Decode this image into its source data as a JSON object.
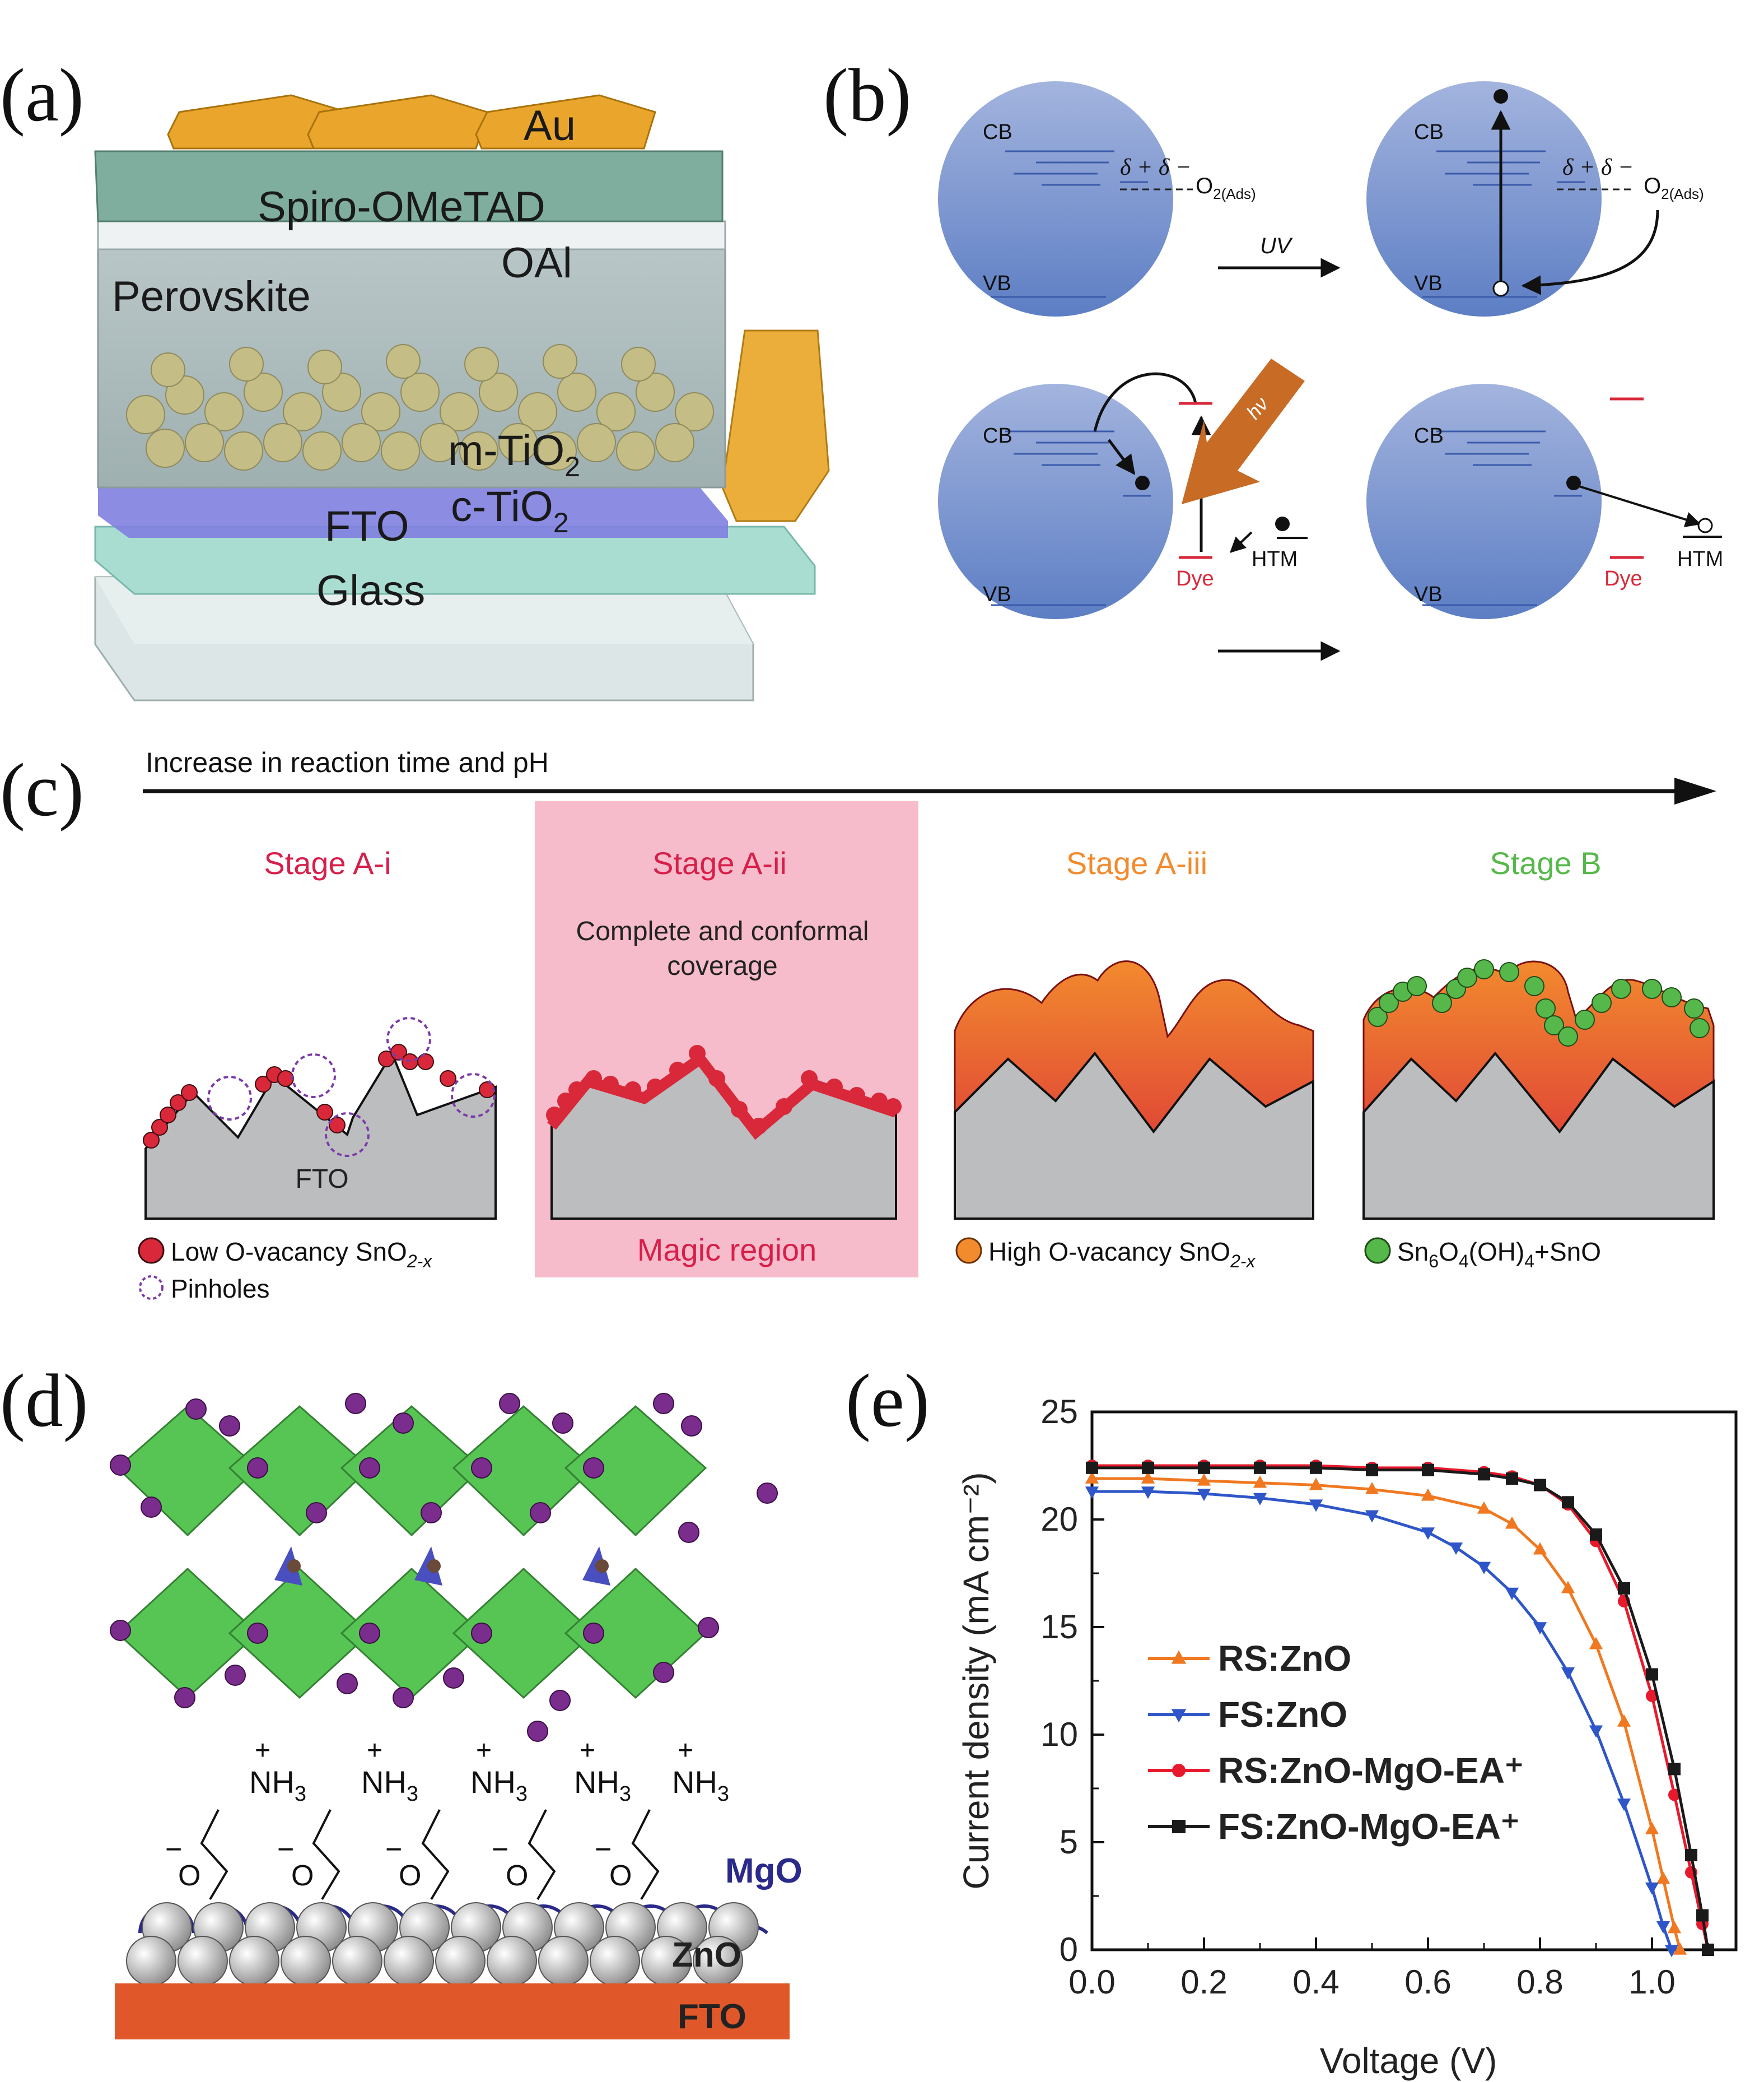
{
  "panel_labels": {
    "a": "(a)",
    "b": "(b)",
    "c": "(c)",
    "d": "(d)",
    "e": "(e)"
  },
  "panel_a": {
    "layers": [
      "Au",
      "Spiro-OMeTAD",
      "OAl",
      "Perovskite",
      "m-TiO",
      "c-TiO",
      "FTO",
      "Glass"
    ],
    "subscript": "2"
  },
  "panel_b": {
    "cb": "CB",
    "vb": "VB",
    "uv": "UV",
    "delta": "δ + δ −",
    "o2": "O",
    "o2_sub": "2(Ads)",
    "hv": "hν",
    "dye": "Dye",
    "htm": "HTM"
  },
  "panel_c": {
    "arrow_label": "Increase in reaction time and pH",
    "stages": [
      "Stage A-i",
      "Stage A-ii",
      "Stage A-iii",
      "Stage B"
    ],
    "coverage_1": "Complete and conformal",
    "coverage_2": "coverage",
    "fto": "FTO",
    "magic": "Magic region",
    "legend_low": "Low O-vacancy SnO",
    "legend_pinholes": "Pinholes",
    "legend_high": "High O-vacancy SnO",
    "legend_sn_a": "Sn",
    "legend_sn_b": "O",
    "legend_sn_c": "(OH)",
    "legend_sn_d": "+SnO",
    "sub_2x": "2-x",
    "sub_6": "6",
    "sub_4": "4",
    "colors": {
      "red": "#d8283a",
      "orange": "#f28a2e",
      "green": "#56b84a",
      "pink": "#f7bccb",
      "magenta": "#d71f4a"
    }
  },
  "panel_d": {
    "nh3": "NH",
    "nh3_sub": "3",
    "plus": "+",
    "o": "O",
    "minus": "−",
    "mgo": "MgO",
    "zno": "ZnO",
    "fto": "FTO"
  },
  "chart_data": {
    "type": "line",
    "xlabel": "Voltage (V)",
    "ylabel": "Current density (mA cm⁻²)",
    "xlim": [
      0.0,
      1.15
    ],
    "ylim": [
      0,
      25
    ],
    "xticks": [
      "0.0",
      "0.2",
      "0.4",
      "0.6",
      "0.8",
      "1.0"
    ],
    "yticks": [
      "0",
      "5",
      "10",
      "15",
      "20",
      "25"
    ],
    "legend_placement": "center-left",
    "series": [
      {
        "name": "RS:ZnO",
        "color": "#f07820",
        "marker": "triangle-up",
        "x": [
          0.0,
          0.1,
          0.2,
          0.3,
          0.4,
          0.5,
          0.6,
          0.7,
          0.75,
          0.8,
          0.85,
          0.9,
          0.95,
          1.0,
          1.02,
          1.04,
          1.05
        ],
        "y": [
          21.9,
          21.9,
          21.8,
          21.7,
          21.6,
          21.4,
          21.1,
          20.5,
          19.8,
          18.6,
          16.8,
          14.2,
          10.6,
          5.6,
          3.3,
          1.0,
          0.0
        ]
      },
      {
        "name": "FS:ZnO",
        "color": "#2f56c8",
        "marker": "triangle-down",
        "x": [
          0.0,
          0.1,
          0.2,
          0.3,
          0.4,
          0.5,
          0.6,
          0.65,
          0.7,
          0.75,
          0.8,
          0.85,
          0.9,
          0.95,
          1.0,
          1.02,
          1.035
        ],
        "y": [
          21.3,
          21.3,
          21.2,
          21.0,
          20.7,
          20.2,
          19.4,
          18.7,
          17.8,
          16.6,
          15.0,
          12.9,
          10.2,
          6.8,
          2.9,
          1.1,
          0.0
        ]
      },
      {
        "name": "RS:ZnO-MgO-EA⁺",
        "color": "#e8192c",
        "marker": "circle",
        "x": [
          0.0,
          0.1,
          0.2,
          0.3,
          0.4,
          0.5,
          0.6,
          0.7,
          0.75,
          0.8,
          0.85,
          0.9,
          0.95,
          1.0,
          1.04,
          1.07,
          1.09,
          1.1
        ],
        "y": [
          22.5,
          22.5,
          22.5,
          22.5,
          22.5,
          22.4,
          22.4,
          22.2,
          22.0,
          21.6,
          20.7,
          19.0,
          16.2,
          11.8,
          7.2,
          3.6,
          1.2,
          0.0
        ]
      },
      {
        "name": "FS:ZnO-MgO-EA⁺",
        "color": "#1a1a1a",
        "marker": "square",
        "x": [
          0.0,
          0.1,
          0.2,
          0.3,
          0.4,
          0.5,
          0.6,
          0.7,
          0.75,
          0.8,
          0.85,
          0.9,
          0.95,
          1.0,
          1.04,
          1.07,
          1.09,
          1.1
        ],
        "y": [
          22.4,
          22.4,
          22.4,
          22.4,
          22.4,
          22.3,
          22.3,
          22.1,
          21.9,
          21.6,
          20.8,
          19.3,
          16.8,
          12.8,
          8.4,
          4.4,
          1.6,
          0.0
        ]
      }
    ]
  }
}
